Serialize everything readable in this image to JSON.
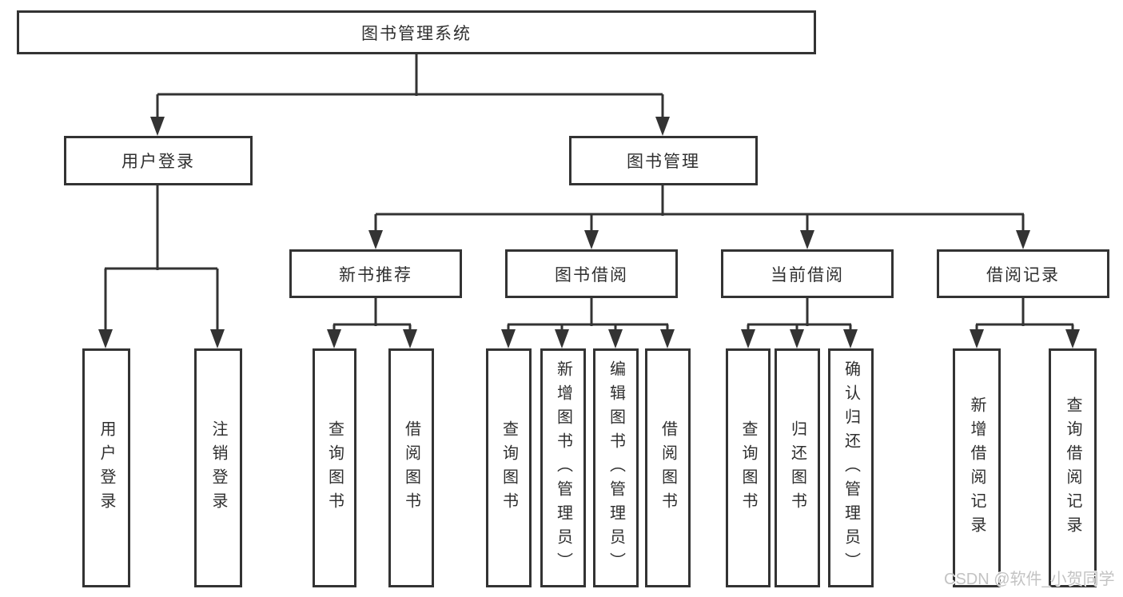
{
  "diagram": {
    "root": {
      "label": "图书管理系统"
    },
    "branches": {
      "user_login": {
        "label": "用户登录",
        "children": [
          {
            "label": "用户登录"
          },
          {
            "label": "注销登录"
          }
        ]
      },
      "book_mgmt": {
        "label": "图书管理",
        "children": [
          {
            "label": "新书推荐",
            "children": [
              {
                "label": "查询图书"
              },
              {
                "label": "借阅图书"
              }
            ]
          },
          {
            "label": "图书借阅",
            "children": [
              {
                "label": "查询图书"
              },
              {
                "label": "新增图书（管理员）"
              },
              {
                "label": "编辑图书（管理员）"
              },
              {
                "label": "借阅图书"
              }
            ]
          },
          {
            "label": "当前借阅",
            "children": [
              {
                "label": "查询图书"
              },
              {
                "label": "归还图书"
              },
              {
                "label": "确认归还（管理员）"
              }
            ]
          },
          {
            "label": "借阅记录",
            "children": [
              {
                "label": "新增借阅记录"
              },
              {
                "label": "查询借阅记录"
              }
            ]
          }
        ]
      }
    }
  },
  "watermark": {
    "text": "CSDN @软件_小贺同学"
  },
  "colors": {
    "line": "#333333",
    "box-bg": "#ffffff",
    "text": "#2f2f2f",
    "watermark": "#c3c3c3",
    "bg": "#ffffff"
  }
}
